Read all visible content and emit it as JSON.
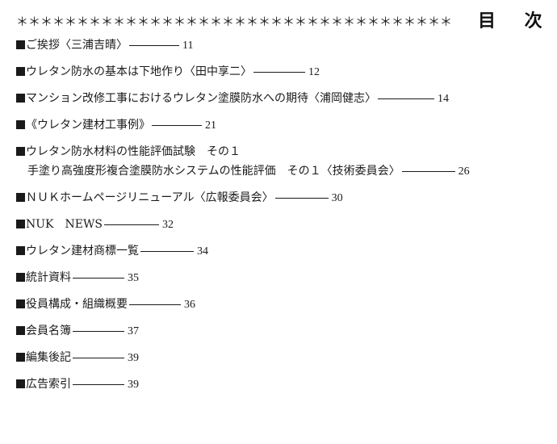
{
  "header": {
    "stars": "＊＊＊＊＊＊＊＊＊＊＊＊＊＊＊＊＊＊＊＊＊＊＊＊＊＊＊＊＊＊＊＊＊＊＊＊",
    "title": "目 次"
  },
  "toc": [
    {
      "text": "ご挨拶〈三浦吉晴〉",
      "page": "11"
    },
    {
      "text": "ウレタン防水の基本は下地作り〈田中享二〉",
      "page": "12"
    },
    {
      "text": "マンション改修工事におけるウレタン塗膜防水への期待〈浦岡健志〉",
      "page": "14"
    },
    {
      "text": "《ウレタン建材工事例》",
      "page": "21"
    },
    {
      "text": "ウレタン防水材料の性能評価試験　その１",
      "text2": "手塗り高強度形複合塗膜防水システムの性能評価　その１〈技術委員会〉",
      "page": "26"
    },
    {
      "text": "ＮＵＫホームページリニューアル〈広報委員会〉",
      "page": "30"
    },
    {
      "text": " NUK　NEWS",
      "page": "32"
    },
    {
      "text": "ウレタン建材商標一覧",
      "page": "34"
    },
    {
      "text": "統計資料",
      "page": "35"
    },
    {
      "text": "役員構成・組織概要",
      "page": "36"
    },
    {
      "text": "会員名簿",
      "page": "37"
    },
    {
      "text": "編集後記",
      "page": "39"
    },
    {
      "text": "広告索引",
      "page": "39"
    }
  ]
}
